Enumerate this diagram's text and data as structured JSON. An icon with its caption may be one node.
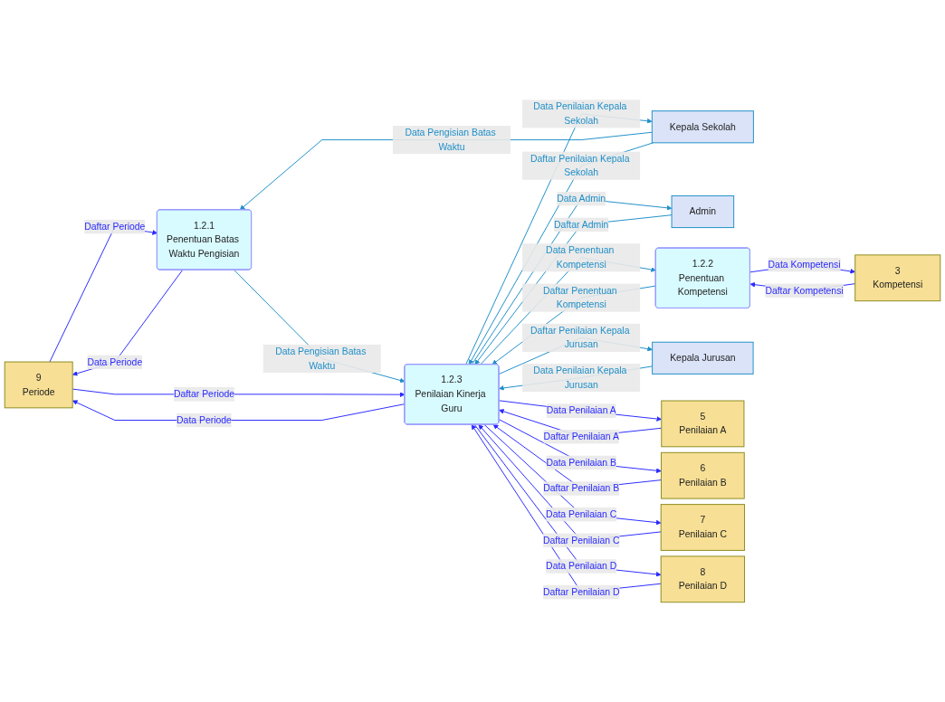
{
  "diagram": {
    "nodes": [
      {
        "text": [
          "9",
          "Periode"
        ]
      },
      {
        "text": [
          "1.2.1",
          "Penentuan Batas Waktu Pengisian"
        ]
      },
      {
        "text": [
          "Kepala Sekolah"
        ]
      },
      {
        "text": [
          "Admin"
        ]
      },
      {
        "text": [
          "3",
          "Kompetensi"
        ]
      },
      {
        "text": [
          "1.2.2",
          "Penentuan Kompetensi"
        ]
      },
      {
        "text": [
          "1.2.3",
          "Penilaian Kinerja Guru"
        ]
      },
      {
        "text": [
          "Kepala Jurusan"
        ]
      },
      {
        "text": [
          "5",
          "Penilaian A"
        ]
      },
      {
        "text": [
          "6",
          "Penilaian B"
        ]
      },
      {
        "text": [
          "7",
          "Penilaian C"
        ]
      },
      {
        "text": [
          "8",
          "Penilaian D"
        ]
      }
    ],
    "edges": [
      {
        "from": 1,
        "to": 0,
        "arrow": "to",
        "label": "Data Periode"
      },
      {
        "from": 0,
        "to": 1,
        "arrow": "to",
        "label": "Daftar Periode"
      },
      {
        "from": 2,
        "to": 1,
        "arrow": "to",
        "label": "Data Pengisian Batas Waktu",
        "color": "#1f8fc8"
      },
      {
        "from": 1,
        "to": 6,
        "arrow": "to",
        "label": "Data Pengisian Batas Waktu",
        "color": "#1f8fc8"
      },
      {
        "from": 6,
        "to": 0,
        "arrow": "to",
        "label": "Data Periode"
      },
      {
        "from": 0,
        "to": 6,
        "arrow": "to",
        "label": "Daftar Periode"
      },
      {
        "from": 6,
        "to": 2,
        "arrow": "to",
        "label": "Data Penilaian Kepala Sekolah",
        "color": "#1f8fc8"
      },
      {
        "from": 2,
        "to": 6,
        "arrow": "to",
        "label": "Daftar Penilaian Kepala Sekolah",
        "color": "#1f8fc8"
      },
      {
        "from": 5,
        "to": 6,
        "arrow": "to",
        "label": "Daftar Penentuan Kompetensi",
        "color": "#1f8fc8"
      },
      {
        "from": 6,
        "to": 5,
        "arrow": "to",
        "label": "Data Penentuan Kompetensi",
        "color": "#1f8fc8"
      },
      {
        "from": 6,
        "to": 3,
        "arrow": "to",
        "label": "Data Admin",
        "color": "#1f8fc8"
      },
      {
        "from": 3,
        "to": 6,
        "arrow": "to",
        "label": "Daftar Admin",
        "color": "#1f8fc8"
      },
      {
        "from": 4,
        "to": 5,
        "arrow": "to",
        "label": "Daftar Kompetensi"
      },
      {
        "from": 5,
        "to": 4,
        "arrow": "to",
        "label": "Data Kompetensi"
      },
      {
        "from": 6,
        "to": 11,
        "arrow": "to",
        "label": "Data Penilaian D"
      },
      {
        "from": 11,
        "to": 6,
        "arrow": "to",
        "label": "Daftar Penilaian D"
      },
      {
        "from": 6,
        "to": 7,
        "arrow": "to",
        "label": "Daftar Penilaian Kepala Jurusan",
        "color": "#1f8fc8"
      },
      {
        "from": 7,
        "to": 6,
        "arrow": "to",
        "label": "Data Penilaian Kepala Jurusan",
        "color": "#1f8fc8"
      },
      {
        "from": 8,
        "to": 6,
        "arrow": "to",
        "label": "Daftar Penilaian A"
      },
      {
        "from": 6,
        "to": 8,
        "arrow": "to",
        "label": "Data Penilaian A"
      },
      {
        "from": 9,
        "to": 6,
        "arrow": "to",
        "label": "Daftar Penilaian B"
      },
      {
        "from": 6,
        "to": 9,
        "arrow": "to",
        "label": "Data Penilaian B"
      },
      {
        "from": 10,
        "to": 6,
        "arrow": "to",
        "label": "Daftar Penilaian C"
      },
      {
        "from": 6,
        "to": 10,
        "arrow": "to",
        "label": "Data Penilaian C"
      }
    ]
  }
}
